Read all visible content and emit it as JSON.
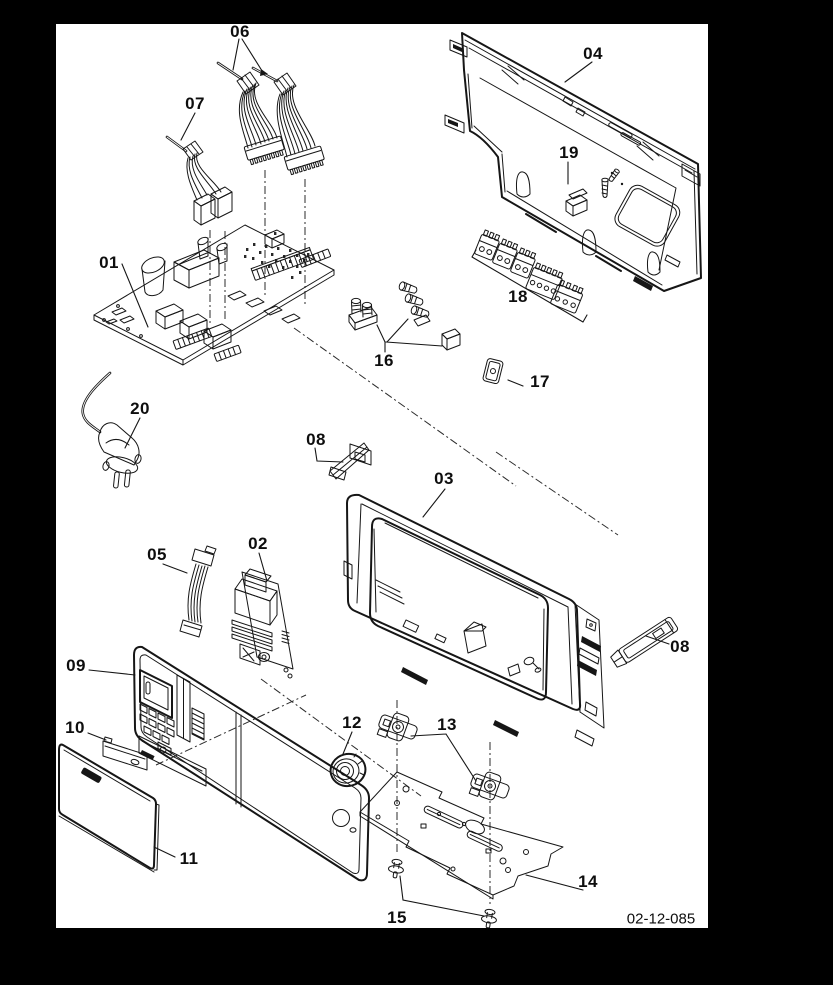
{
  "figure": {
    "type": "exploded-parts-diagram",
    "drawing_number": "02-12-085",
    "labels": {
      "l01": "01",
      "l02": "02",
      "l03": "03",
      "l04": "04",
      "l05": "05",
      "l06": "06",
      "l07": "07",
      "l08": "08",
      "l09": "09",
      "l10": "10",
      "l11": "11",
      "l12": "12",
      "l13": "13",
      "l14": "14",
      "l15": "15",
      "l16": "16",
      "l17": "17",
      "l18": "18",
      "l19": "19",
      "l20": "20"
    }
  }
}
